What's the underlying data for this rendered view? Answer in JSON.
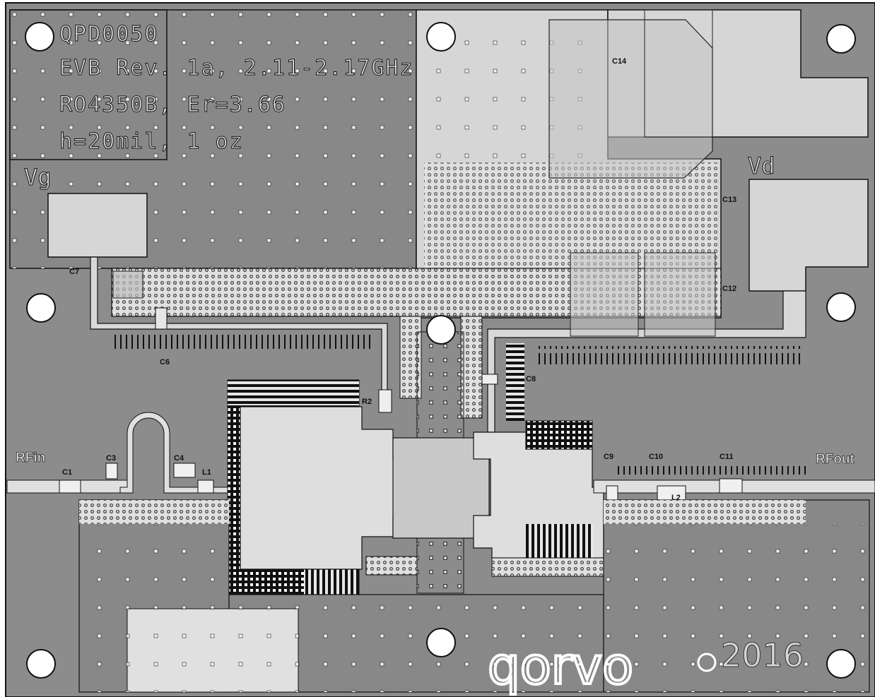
{
  "silkscreen": {
    "line1": "QPD0050",
    "line2": "EVB Rev. 1a, 2.11-2.17GHz",
    "line3": "RO4350B, Er=3.66",
    "line4": "h=20mil, 1 oz"
  },
  "pads": {
    "vg": "Vg",
    "vd": "Vd",
    "rf_in": "RFin",
    "rf_out": "RFout"
  },
  "components": {
    "c1": "C1",
    "c3": "C3",
    "c4": "C4",
    "l1": "L1",
    "c6": "C6",
    "c7": "C7",
    "c8": "C8",
    "c9": "C9",
    "c10": "C10",
    "c11": "C11",
    "c12": "C12",
    "c13": "C13",
    "c14": "C14",
    "r2": "R2",
    "l2": "L2"
  },
  "branding": {
    "logo": "qorvo",
    "year": "2016"
  },
  "colors": {
    "board": "#8c8c8c",
    "copper_light": "#d6d6d6",
    "copper_dark": "#6e6e6e",
    "outline": "#111111",
    "via": "#ffffff"
  }
}
